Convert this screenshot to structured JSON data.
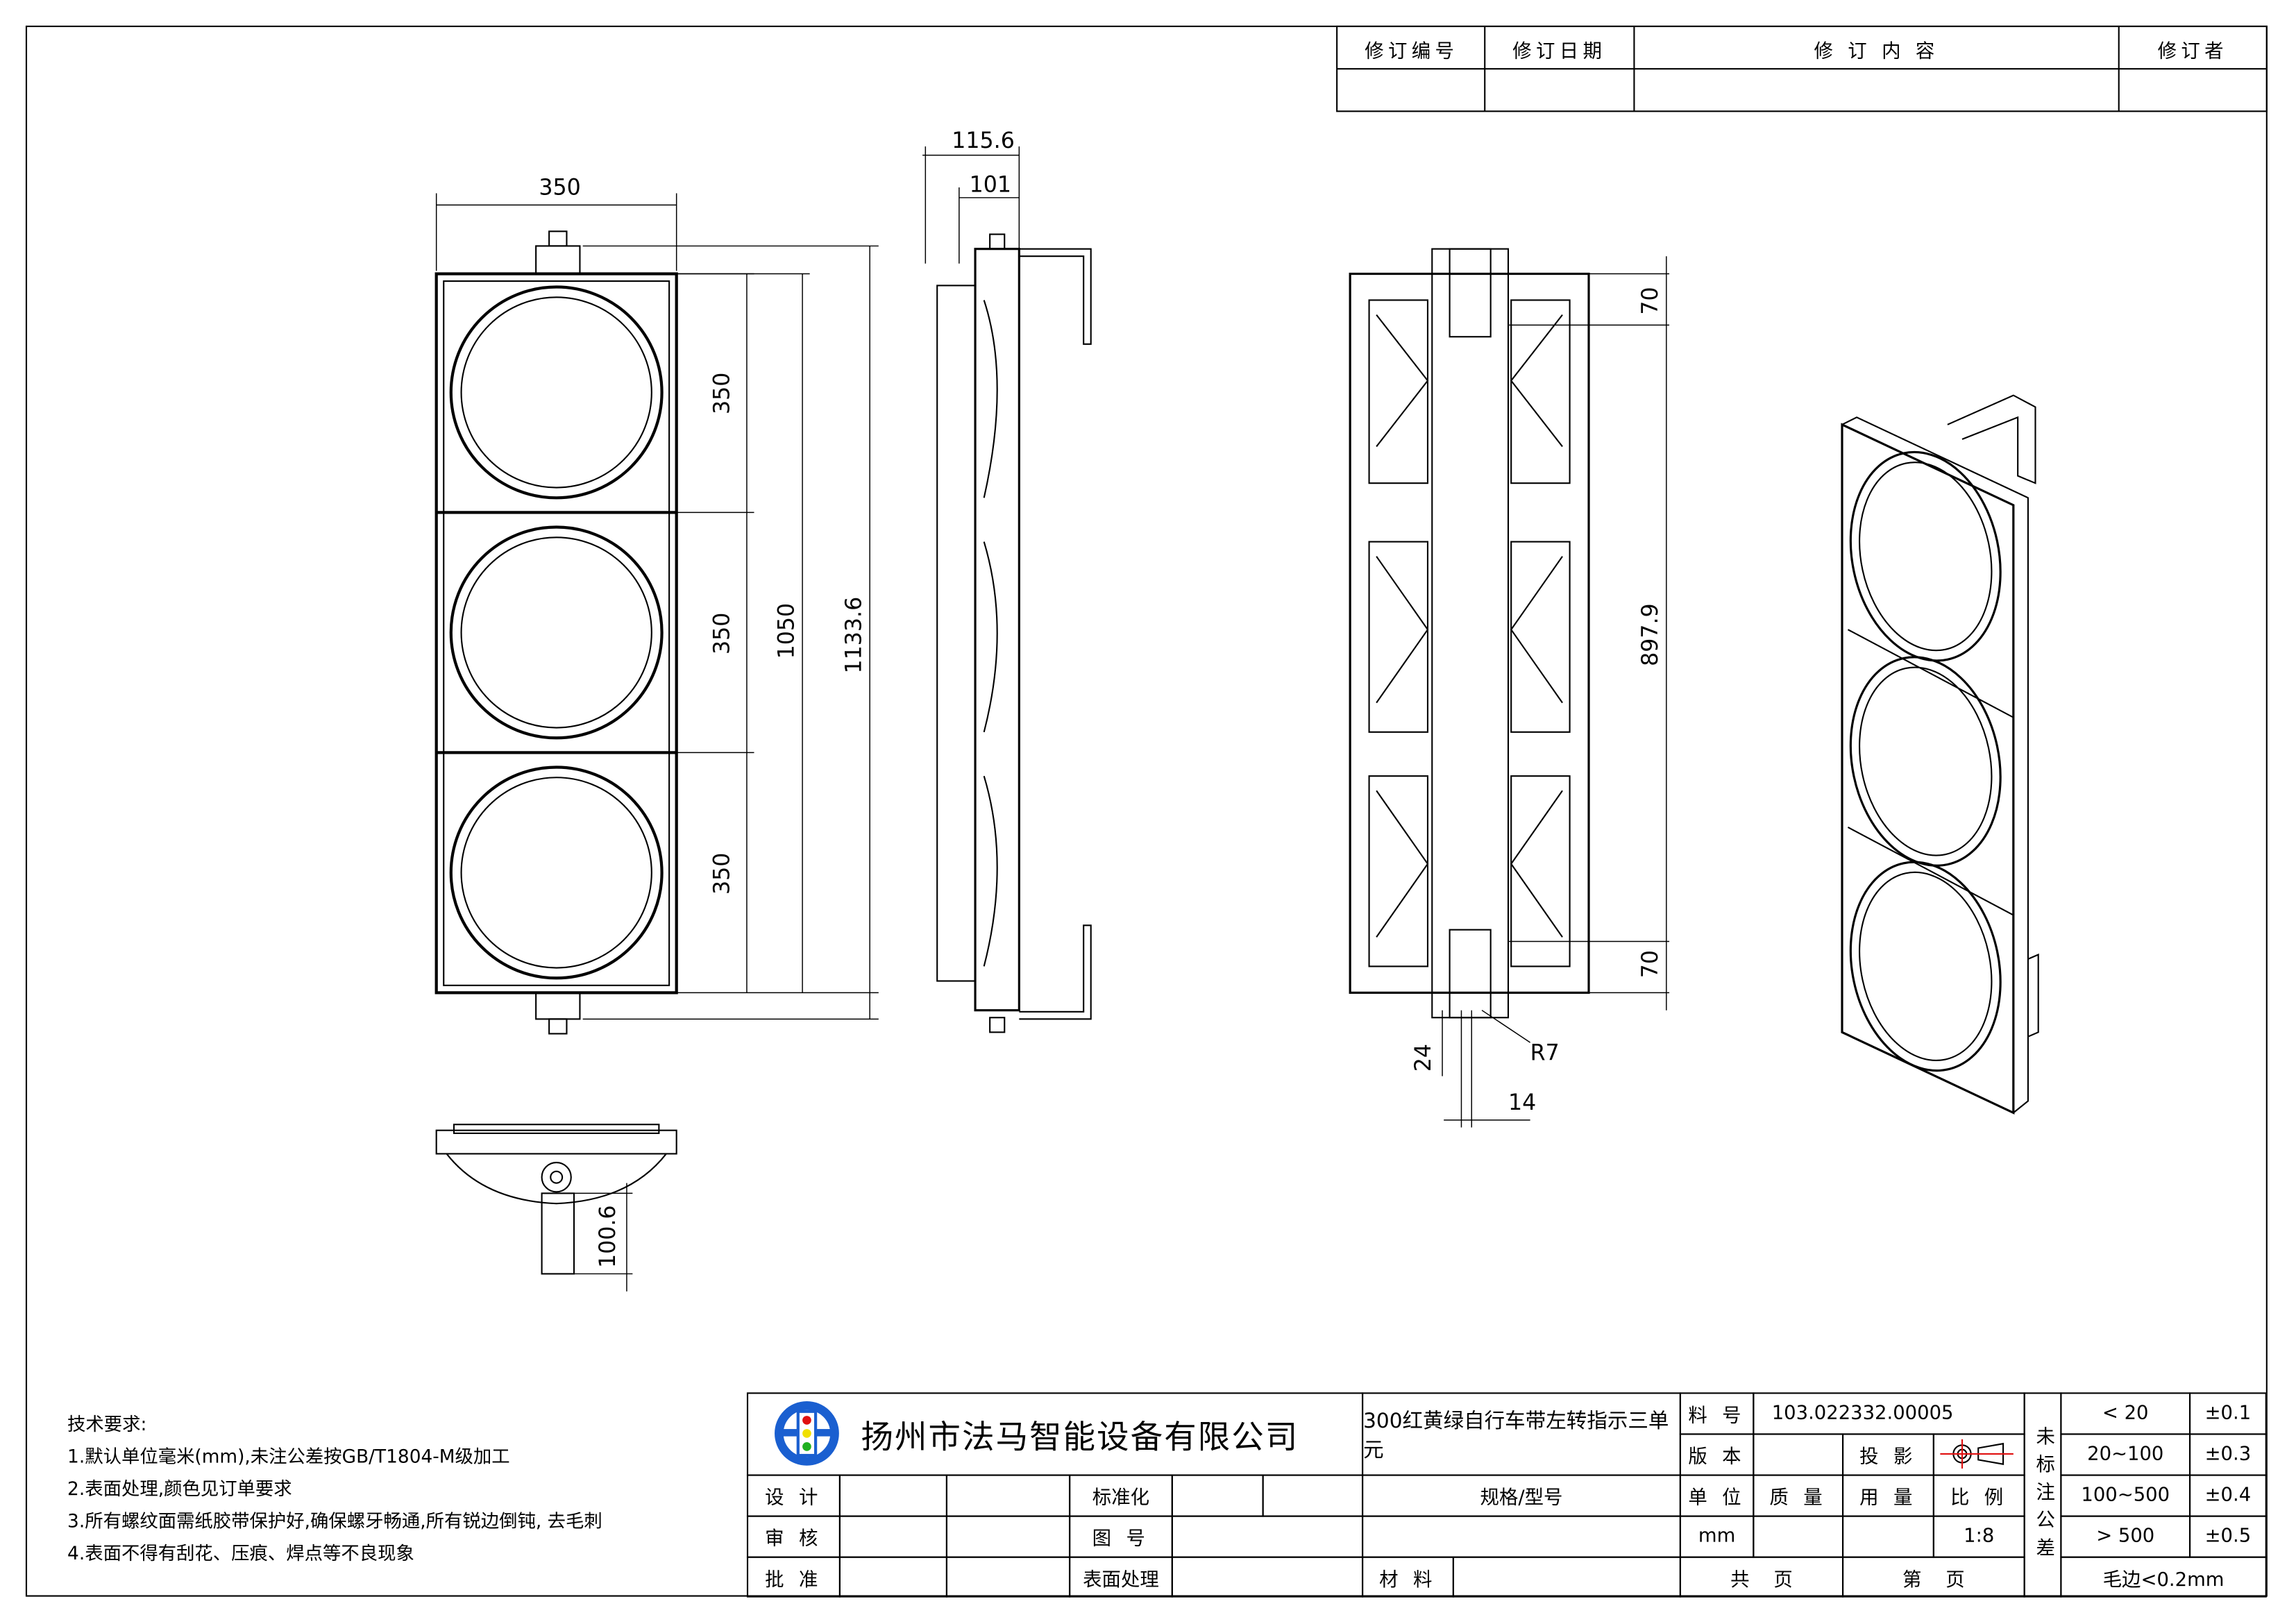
{
  "revision_table": {
    "headers": [
      "修订编号",
      "修订日期",
      "修 订 内 容",
      "修订者"
    ]
  },
  "dimensions": {
    "front_width": "350",
    "cell1": "350",
    "cell2": "350",
    "cell3": "350",
    "body_height": "1050",
    "total_height": "1133.6",
    "side_depth_total": "115.6",
    "side_depth": "101",
    "back_top": "70",
    "back_span": "897.9",
    "back_bottom": "70",
    "radius": "R7",
    "slot_height": "24",
    "slot_width": "14",
    "bracket_length": "100.6"
  },
  "tech_requirements": {
    "title": "技术要求:",
    "items": [
      "1.默认单位毫米(mm),未注公差按GB/T1804-M级加工",
      "2.表面处理,颜色见订单要求",
      "3.所有螺纹面需纸胶带保护好,确保螺牙畅通,所有锐边倒钝, 去毛刺",
      "4.表面不得有刮花、压痕、焊点等不良现象"
    ]
  },
  "title_block": {
    "company": "扬州市法马智能设备有限公司",
    "product_name": "300红黄绿自行车带左转指示三单元",
    "design": "设 计",
    "review": "审 核",
    "approve": "批 准",
    "standardize": "标准化",
    "drawing_no": "图 号",
    "surface": "表面处理",
    "spec_model": "规格/型号",
    "material": "材 料",
    "part_no_label": "料 号",
    "part_no": "103.022332.00005",
    "version_label": "版 本",
    "projection_label": "投 影",
    "unit_label": "单 位",
    "mass_label": "质 量",
    "qty_label": "用 量",
    "scale_label": "比 例",
    "unit": "mm",
    "scale": "1:8",
    "total_pages": "共    页",
    "page": "第    页",
    "tolerance_label": "未标注公差",
    "tolerances": [
      {
        "range": "< 20",
        "tol": "±0.1"
      },
      {
        "range": "20~100",
        "tol": "±0.3"
      },
      {
        "range": "100~500",
        "tol": "±0.4"
      },
      {
        "range": "> 500",
        "tol": "±0.5"
      }
    ],
    "burr": "毛边<0.2mm"
  },
  "colors": {
    "logo_blue": "#1a5fd0",
    "red": "#e01010",
    "yellow": "#f0e000",
    "green": "#20b020"
  }
}
